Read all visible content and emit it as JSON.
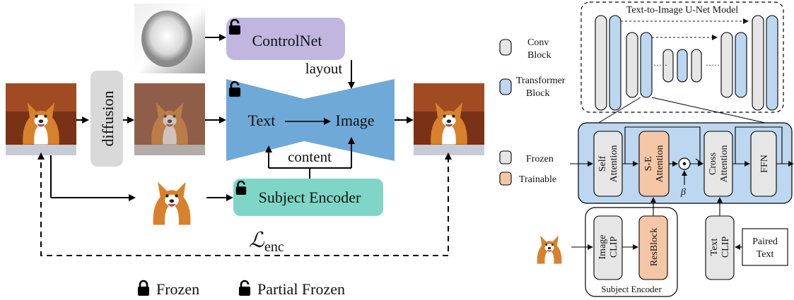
{
  "left": {
    "diffusion_label": "diffusion",
    "controlnet_label": "ControlNet",
    "layout_label": "layout",
    "content_label": "content",
    "text_label": "Text",
    "image_label": "Image",
    "subject_encoder_label": "Subject Encoder",
    "loss_symbol": "ℒ",
    "loss_subscript": "enc",
    "legend": {
      "frozen": "Frozen",
      "partial_frozen": "Partial Frozen"
    },
    "colors": {
      "controlnet": "#c0b6df",
      "unet": "#6ea9d8",
      "subject_encoder": "#7fd6c6",
      "diffusion": "#d9d9d9"
    }
  },
  "right": {
    "unet_title": "Text-to-Image U-Net Model",
    "legend": {
      "conv_block": [
        "Conv",
        "Block"
      ],
      "transformer_block": [
        "Transformer",
        "Block"
      ],
      "frozen": "Frozen",
      "trainable": "Trainable"
    },
    "blocks": {
      "self_attention": [
        "Self",
        "Attention"
      ],
      "se_attention": [
        "S-E",
        "Attention"
      ],
      "cross_attention": [
        "Cross",
        "Attention"
      ],
      "ffn": "FFN",
      "beta": "β",
      "odot": "⊙"
    },
    "encoder": {
      "image_clip": [
        "Image",
        "CLIP"
      ],
      "resblock": "ResBlock",
      "text_clip": [
        "Text",
        "CLIP"
      ],
      "paired_text": [
        "Paired",
        "Text"
      ],
      "title": "Subject Encoder"
    },
    "colors": {
      "frozen": "#e6e6e6",
      "trainable": "#f6c7a6",
      "transformer": "#bcd7ef",
      "panel": "#bcd7ef"
    }
  }
}
